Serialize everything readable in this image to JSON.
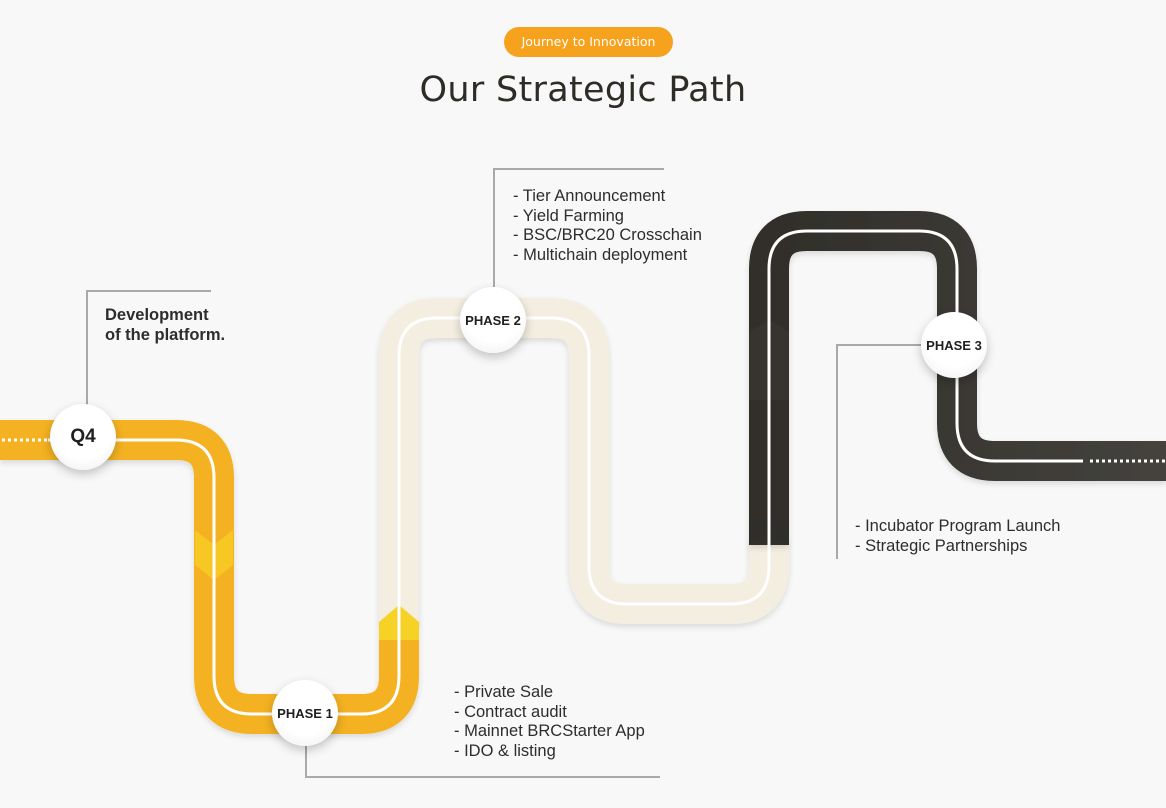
{
  "header": {
    "badge": "Journey to Innovation",
    "title": "Our Strategic Path"
  },
  "colors": {
    "background": "#f8f8f8",
    "badge": "#f7a21c",
    "track_yellow": "#f4b220",
    "track_beige": "#f3eee0",
    "track_dark": "#302e2a",
    "stripe": "#ffffff"
  },
  "milestones": [
    {
      "id": "q4",
      "label": "Q4",
      "notes": [
        "Development",
        "of the platform."
      ]
    },
    {
      "id": "phase1",
      "label": "PHASE 1",
      "notes": [
        "- Private Sale",
        "- Contract audit",
        "- Mainnet BRCStarter App",
        "- IDO & listing"
      ]
    },
    {
      "id": "phase2",
      "label": "PHASE 2",
      "notes": [
        "- Tier Announcement",
        "- Yield Farming",
        "- BSC/BRC20 Crosschain",
        "- Multichain deployment"
      ]
    },
    {
      "id": "phase3",
      "label": "PHASE 3",
      "notes": [
        "- Incubator Program Launch",
        "- Strategic Partnerships"
      ]
    }
  ]
}
